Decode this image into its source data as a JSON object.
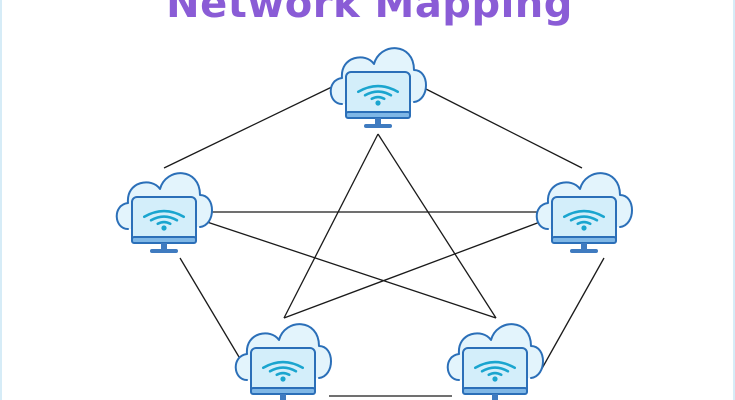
{
  "title": "Network Mapping",
  "colors": {
    "title": "#8a5cd6",
    "line": "#1a1a1a",
    "outline": "#2b6fb8",
    "cloud_fill": "#e3f4fc",
    "screen_fill": "#d3eefa",
    "wifi": "#1aa5cf",
    "stand": "#3f7bc0"
  },
  "nodes": [
    {
      "id": "top",
      "icon": "cloud-computer-wifi-icon"
    },
    {
      "id": "left",
      "icon": "cloud-computer-wifi-icon"
    },
    {
      "id": "right",
      "icon": "cloud-computer-wifi-icon"
    },
    {
      "id": "bottom-left",
      "icon": "cloud-computer-wifi-icon"
    },
    {
      "id": "bottom-right",
      "icon": "cloud-computer-wifi-icon"
    }
  ],
  "edges": [
    [
      "top",
      "left"
    ],
    [
      "top",
      "right"
    ],
    [
      "top",
      "bottom-left"
    ],
    [
      "top",
      "bottom-right"
    ],
    [
      "left",
      "right"
    ],
    [
      "left",
      "bottom-left"
    ],
    [
      "left",
      "bottom-right"
    ],
    [
      "right",
      "bottom-left"
    ],
    [
      "right",
      "bottom-right"
    ],
    [
      "bottom-left",
      "bottom-right"
    ]
  ]
}
